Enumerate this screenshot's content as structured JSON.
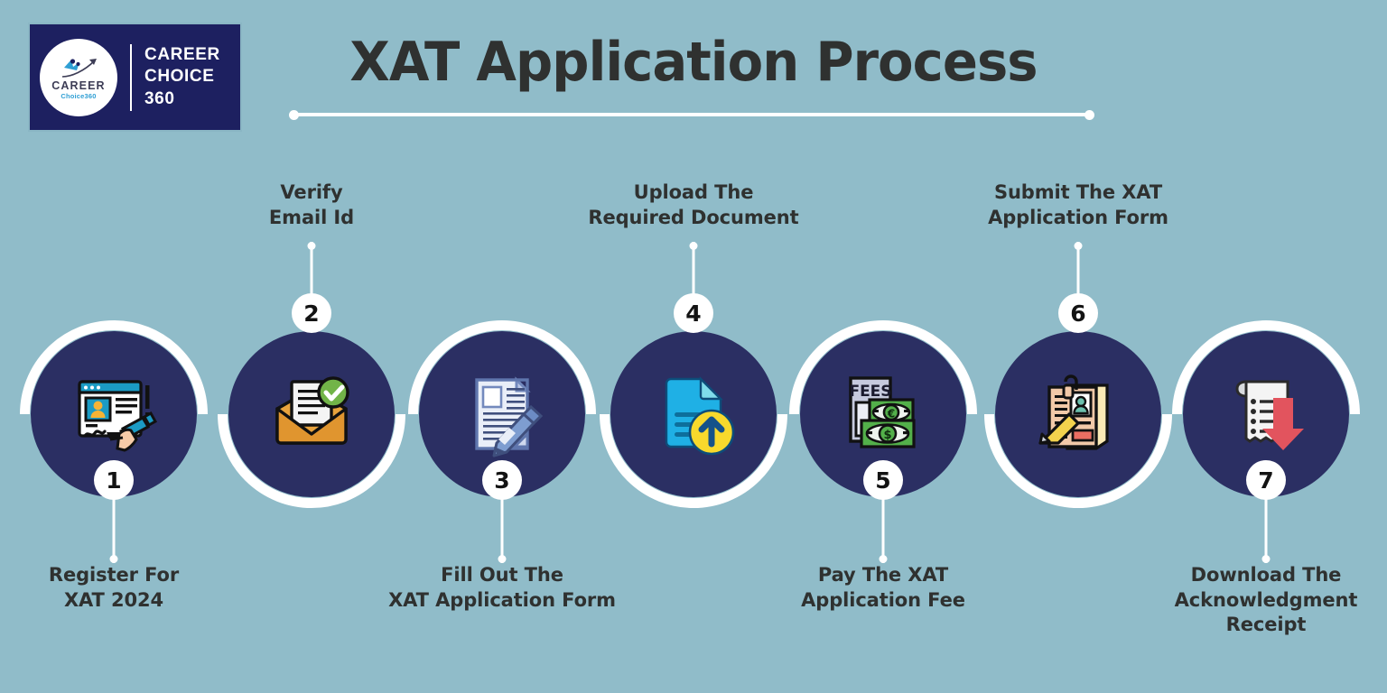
{
  "brand": {
    "logo_word": "CAREER",
    "logo_sub": "Choice360",
    "name_line1": "CAREER",
    "name_line2": "CHOICE",
    "name_line3": "360",
    "logo_bg": "#1d2060",
    "logo_accent": "#2f9fd4"
  },
  "header": {
    "title": "XAT Application Process"
  },
  "theme": {
    "background": "#90bcc9",
    "circle_navy": "#2b2f63",
    "ring_white": "#ffffff",
    "text_dark": "#2f3130"
  },
  "steps": [
    {
      "number": "1",
      "label": "Register  For\nXAT 2024",
      "icon": "registration-form-signing-icon",
      "position": "bottom"
    },
    {
      "number": "2",
      "label": "Verify\nEmail Id",
      "icon": "email-verified-envelope-icon",
      "position": "top"
    },
    {
      "number": "3",
      "label": "Fill Out The\nXAT Application Form",
      "icon": "document-pen-icon",
      "position": "bottom"
    },
    {
      "number": "4",
      "label": "Upload The\nRequired Document",
      "icon": "document-upload-icon",
      "position": "top"
    },
    {
      "number": "5",
      "label": "Pay The XAT\nApplication Fee",
      "icon": "fees-banknotes-icon",
      "position": "bottom"
    },
    {
      "number": "6",
      "label": "Submit The XAT\nApplication Form",
      "icon": "application-form-pencil-icon",
      "position": "top"
    },
    {
      "number": "7",
      "label": "Download The\nAcknowledgment\nReceipt",
      "icon": "receipt-download-icon",
      "position": "bottom"
    }
  ]
}
